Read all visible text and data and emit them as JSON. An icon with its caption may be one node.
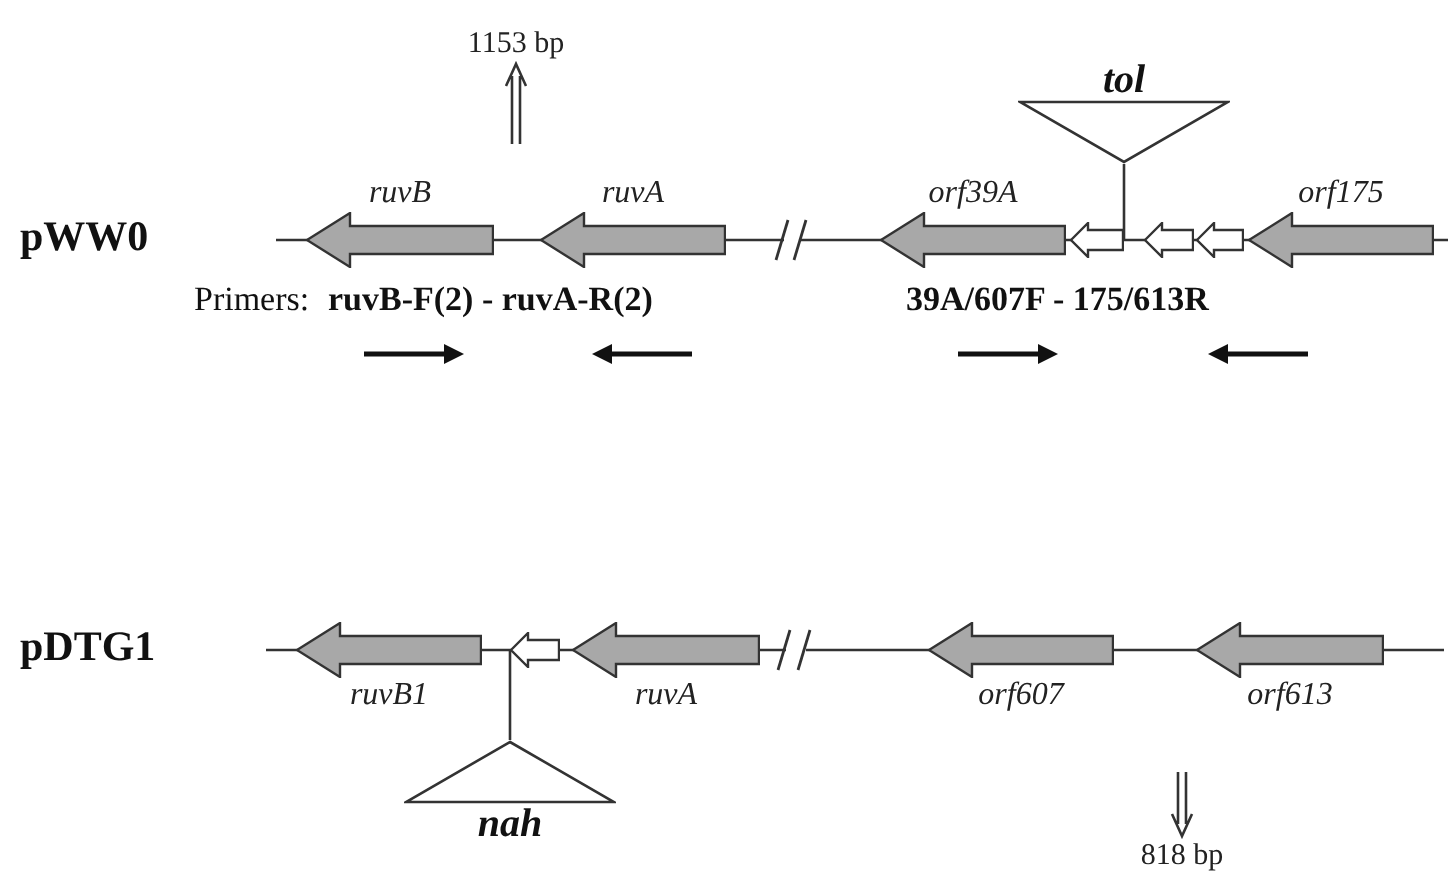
{
  "diagram": {
    "nodes": [
      {
        "text": [
          "ruvB"
        ]
      },
      {
        "text": [
          "ruvA"
        ]
      },
      {
        "text": [
          "orf39A"
        ]
      },
      {
        "text": [],
        "shape": "arrow"
      },
      {
        "text": [],
        "shape": "arrow"
      },
      {
        "text": [],
        "shape": "arrow"
      },
      {
        "text": [
          "orf175"
        ]
      },
      {
        "text": [
          "tol"
        ]
      },
      {
        "text": [
          "1153 bp"
        ]
      },
      {
        "text": [
          "ruvB1"
        ]
      },
      {
        "text": [],
        "shape": "arrow"
      },
      {
        "text": [
          "ruvA"
        ]
      },
      {
        "text": [
          "orf607"
        ]
      },
      {
        "text": [
          "orf613"
        ]
      },
      {
        "text": [
          "nah"
        ]
      },
      {
        "text": [
          "818 bp"
        ]
      }
    ],
    "edges": [
      {
        "from": 7,
        "to": 3,
        "arrow": "none"
      },
      {
        "from": 14,
        "to": 10,
        "arrow": "none"
      },
      {
        "from": null,
        "to": 8,
        "arrow": "to"
      },
      {
        "from": null,
        "to": 15,
        "arrow": "to"
      }
    ],
    "labels": [
      "pWW0",
      "Primers:",
      "ruvB-F(2) - ruvA-R(2)",
      "39A/607F - 175/613R",
      "pDTG1"
    ]
  }
}
